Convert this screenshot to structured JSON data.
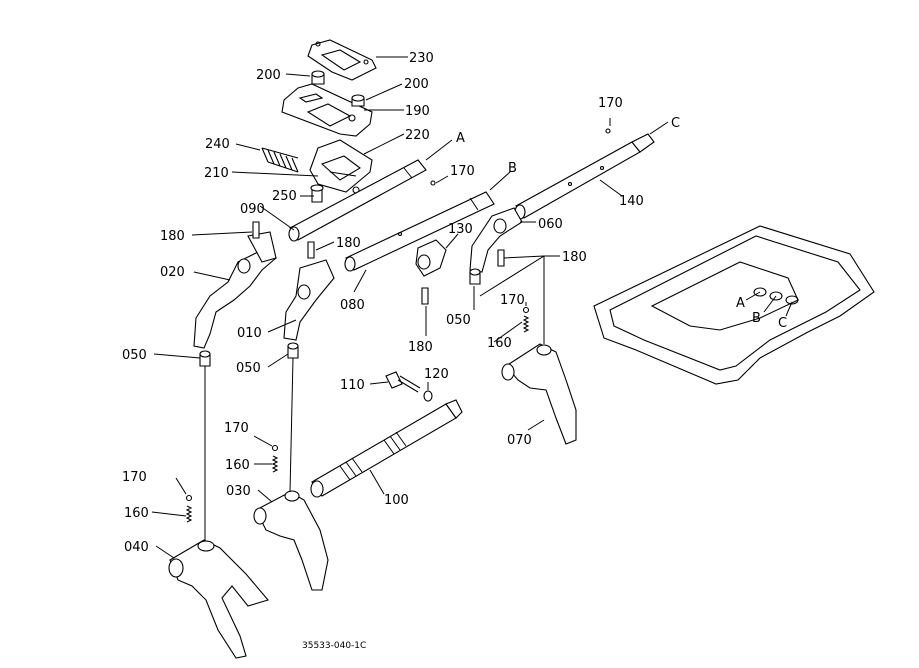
{
  "labels": {
    "p230": "230",
    "p200a": "200",
    "p200b": "200",
    "p190": "190",
    "p240": "240",
    "p220": "220",
    "rodA": "A",
    "p210": "210",
    "p170a": "170",
    "rodB": "B",
    "p250": "250",
    "p170b": "170",
    "rodC": "C",
    "p090": "090",
    "p180a": "180",
    "p180b": "180",
    "p130": "130",
    "p060": "060",
    "p140": "140",
    "p180c": "180",
    "p020": "020",
    "p080": "080",
    "p010": "010",
    "p050a": "050",
    "p050b": "050",
    "p050c": "050",
    "p180d": "180",
    "p170c": "170",
    "p160a": "160",
    "p110": "110",
    "p120": "120",
    "p170d": "170",
    "p160b": "160",
    "p070": "070",
    "p030": "030",
    "p100": "100",
    "p170e": "170",
    "p160c": "160",
    "p040": "040",
    "caseA": "A",
    "caseB": "B",
    "caseC": "C"
  },
  "drawing_code": "35533-040-1C"
}
